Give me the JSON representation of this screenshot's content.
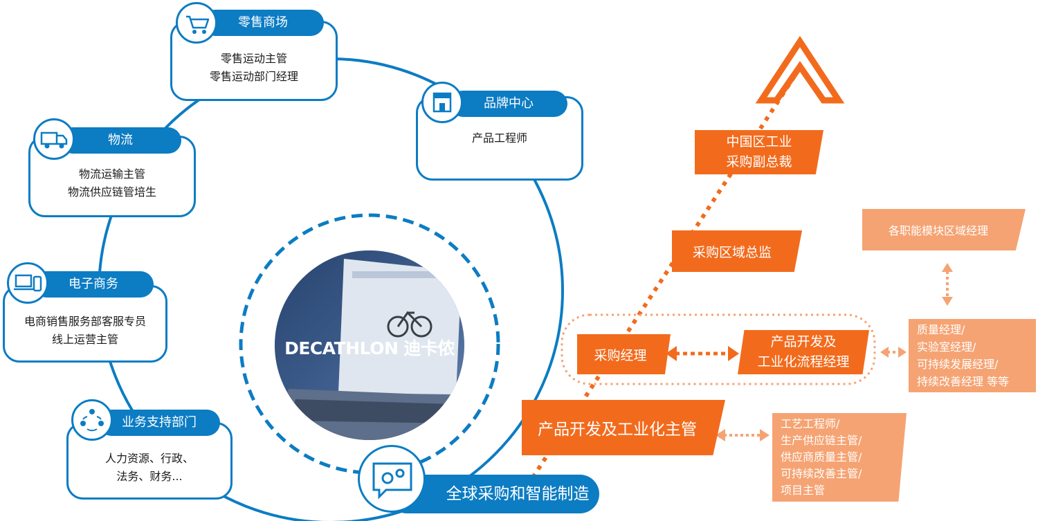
{
  "brand": {
    "name": "DECATHLON",
    "name_cn": "迪卡侬"
  },
  "departments": {
    "retail": {
      "title": "零售商场",
      "icon": "cart-icon",
      "roles": [
        "零售运动主管",
        "零售运动部门经理"
      ]
    },
    "brand_center": {
      "title": "品牌中心",
      "icon": "storefront-icon",
      "roles": [
        "产品工程师"
      ]
    },
    "logistics": {
      "title": "物流",
      "icon": "truck-icon",
      "roles": [
        "物流运输主管",
        "物流供应链管培生"
      ]
    },
    "ecommerce": {
      "title": "电子商务",
      "icon": "devices-icon",
      "roles": [
        "电商销售服务部客服专员",
        "线上运营主管"
      ]
    },
    "support": {
      "title": "业务支持部门",
      "icon": "team-icon",
      "roles": [
        "人力资源、行政、",
        "法务、财务..."
      ]
    },
    "sourcing": {
      "title": "全球采购和智能制造",
      "icon": "gears-chat-icon"
    }
  },
  "career_path": {
    "vp": [
      "中国区工业",
      "采购副总裁"
    ],
    "director": "采购区域总监",
    "purchasing_manager": "采购经理",
    "pd_process_manager": [
      "产品开发及",
      "工业化流程经理"
    ],
    "pd_supervisor": "产品开发及工业化主管",
    "regional_managers": "各职能模块区域经理",
    "functional_roles": [
      "质量经理/",
      "实验室经理/",
      "可持续发展经理/",
      "持续改善经理 等等"
    ],
    "engineering_roles": [
      "工艺工程师/",
      "生产供应链主管/",
      "供应商质量主管/",
      "可持续改善主管/",
      "项目主管"
    ]
  },
  "colors": {
    "blue": "#0c7cc3",
    "orange": "#f26b1d",
    "light_orange": "#f5a373"
  }
}
